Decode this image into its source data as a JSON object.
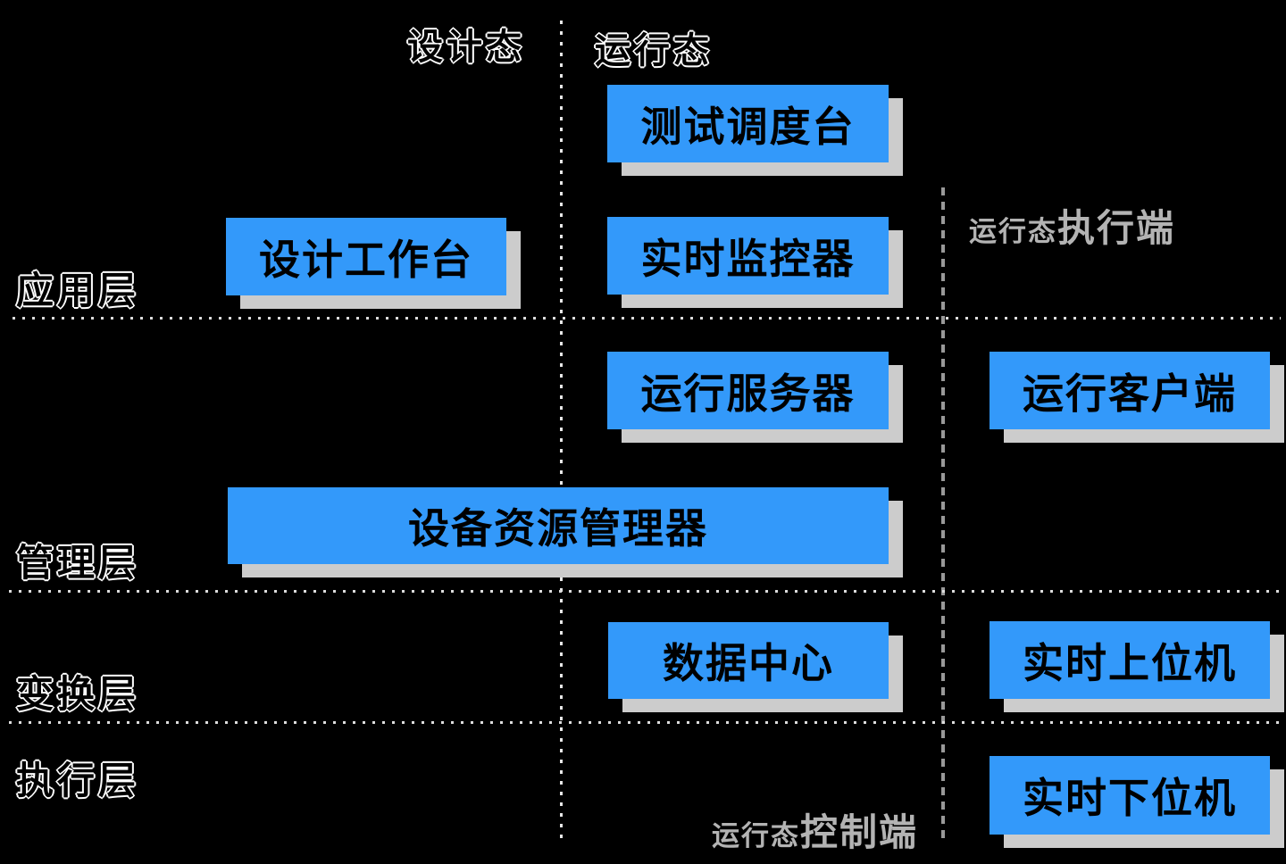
{
  "diagram": {
    "top_labels": {
      "design_mode": "设计态",
      "run_mode": "运行态"
    },
    "layer_labels": {
      "application": "应用层",
      "management": "管理层",
      "transform": "变换层",
      "execution": "执行层"
    },
    "boxes": {
      "test_dispatch_console": "测试调度台",
      "design_workbench": "设计工作台",
      "realtime_monitor": "实时监控器",
      "run_server": "运行服务器",
      "run_client": "运行客户端",
      "device_resource_manager": "设备资源管理器",
      "data_center": "数据中心",
      "realtime_upper_computer": "实时上位机",
      "realtime_lower_computer": "实时下位机"
    },
    "region_labels": {
      "run_mode_executor": {
        "prefix": "运行态",
        "main": "执行端"
      },
      "run_mode_controller": {
        "prefix": "运行态",
        "main": "控制端"
      }
    },
    "colors": {
      "background": "#000000",
      "box_fill": "#3399FA",
      "box_shadow": "#CCCCCC",
      "box_text": "#000000",
      "outline_text_fill": "#000000",
      "outline_text_stroke": "#FFFFFF",
      "gray_label": "#B3B3B3",
      "dotted_divider": "#E8E8E8",
      "dashed_divider": "#999999"
    }
  }
}
